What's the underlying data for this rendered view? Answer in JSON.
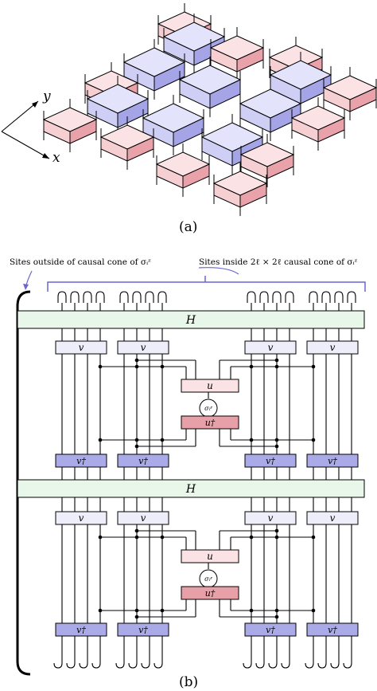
{
  "panel_a": {
    "label": "(a)",
    "axis_x": "x",
    "axis_y": "y"
  },
  "panel_b": {
    "label": "(b)",
    "note_outside": "Sites outside of causal cone of σᵢᶻ",
    "note_inside": "Sites inside 2ℓ × 2ℓ causal cone of σᵢᶻ",
    "H_label": "H",
    "v_label": "v",
    "vdag_label": "v†",
    "u_label": "u",
    "udag_label": "u†",
    "sigma_label": "σᵢᶻ"
  },
  "colors": {
    "red_top": "#fbe3e5",
    "red_side_light": "#f6cfd3",
    "red_side_dark": "#e9a2aa",
    "blue_top": "#e3e3fb",
    "blue_side_light": "#cfcff5",
    "blue_side_dark": "#a4a4e6",
    "H_fill": "#e8f7ea",
    "v_fill": "#eeeefb",
    "vdag_fill": "#aaaae8",
    "u_fill": "#fbe2e4",
    "udag_fill": "#e7a0a8",
    "brace": "#6a66d4"
  }
}
